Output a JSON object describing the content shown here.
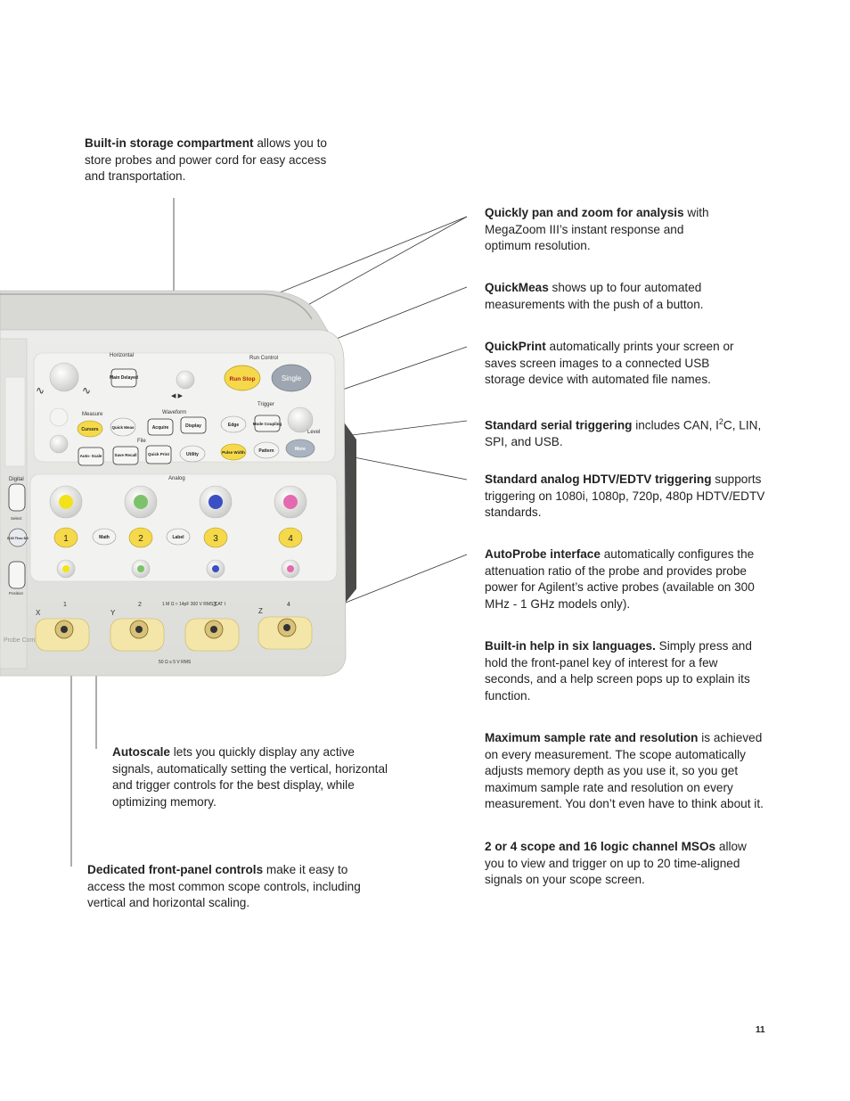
{
  "callouts": {
    "storage": {
      "title": "Built-in storage compartment",
      "rest": " allows you to store probes and power cord for easy access and transportation."
    },
    "panzoom": {
      "title": "Quickly pan and zoom for analysis",
      "rest": " with MegaZoom III’s instant response and optimum resolution."
    },
    "quickmeas": {
      "title": "QuickMeas",
      "rest": " shows up to four automated measurements with the push of a button."
    },
    "quickprint": {
      "title": "QuickPrint",
      "rest": " automatically prints your screen or saves screen images to a connected USB storage device with automated file names."
    },
    "serial": {
      "title": "Standard serial triggering",
      "rest_a": " includes CAN, I",
      "sup": "2",
      "rest_b": "C, LIN, SPI, and USB."
    },
    "hdtv": {
      "title": "Standard analog HDTV/EDTV triggering",
      "rest": " supports triggering on 1080i, 1080p, 720p, 480p HDTV/EDTV standards."
    },
    "autoprobe": {
      "title": "AutoProbe interface",
      "rest": " automatically configures the attenuation ratio of the probe and provides probe power for Agilent’s active probes (available on 300 MHz - 1 GHz models only)."
    },
    "help": {
      "title": "Built-in help in six languages.",
      "rest": " Simply press and hold the front-panel key of interest for a few seconds, and a help screen pops up to explain its function."
    },
    "samplerate": {
      "title": "Maximum sample rate and resolution",
      "rest": " is achieved on every measurement. The scope automatically adjusts memory depth as you use it, so you get maximum sample rate and resolution on every measurement. You don’t even have to think about it."
    },
    "mso": {
      "title": "2 or 4 scope and 16 logic channel MSOs",
      "rest": " allow you to view and trigger on up to 20 time-aligned signals on your scope screen."
    },
    "autoscale": {
      "title": "Autoscale",
      "rest": " lets you quickly display any active signals, automatically setting the vertical, horizontal and trigger controls for the best display, while optimizing memory."
    },
    "frontpanel": {
      "title": "Dedicated front-panel controls",
      "rest": " make it easy to access the most common scope controls, including vertical and horizontal scaling."
    }
  },
  "panel": {
    "sections": {
      "horizontal": "Horizontal",
      "run_control": "Run Control",
      "measure": "Measure",
      "waveform": "Waveform",
      "trigger": "Trigger",
      "file": "File",
      "analog": "Analog",
      "digital": "Digital",
      "select": "Select",
      "position": "Position",
      "level": "Level"
    },
    "buttons": {
      "main_delayed": "Main Delayed",
      "run_stop": "Run Stop",
      "single": "Single",
      "cursors": "Cursors",
      "quick_meas": "Quick Meas",
      "acquire": "Acquire",
      "display": "Display",
      "edge": "Edge",
      "mode_coupling": "Mode Coupling",
      "auto_scale": "Auto- Scale",
      "save_recall": "Save Recall",
      "quick_print": "Quick Print",
      "utility": "Utility",
      "pulse_width": "Pulse Width",
      "pattern": "Pattern",
      "more": "More",
      "math": "Math",
      "label": "Label",
      "d15": "D15 Thru D0"
    },
    "channels": [
      "1",
      "2",
      "3",
      "4"
    ],
    "channel_colors": [
      "#f2e21a",
      "#7cc26a",
      "#3b4fc4",
      "#e46ab0"
    ],
    "inputs": {
      "x": "X",
      "y": "Y",
      "z": "Z",
      "spec": "1 M Ω ≈ 14pF 300 V RMS CAT I",
      "bottom": "50 Ω ≤ 5 V RMS",
      "probe_comp": "Probe Comp"
    }
  },
  "page_number": "11"
}
